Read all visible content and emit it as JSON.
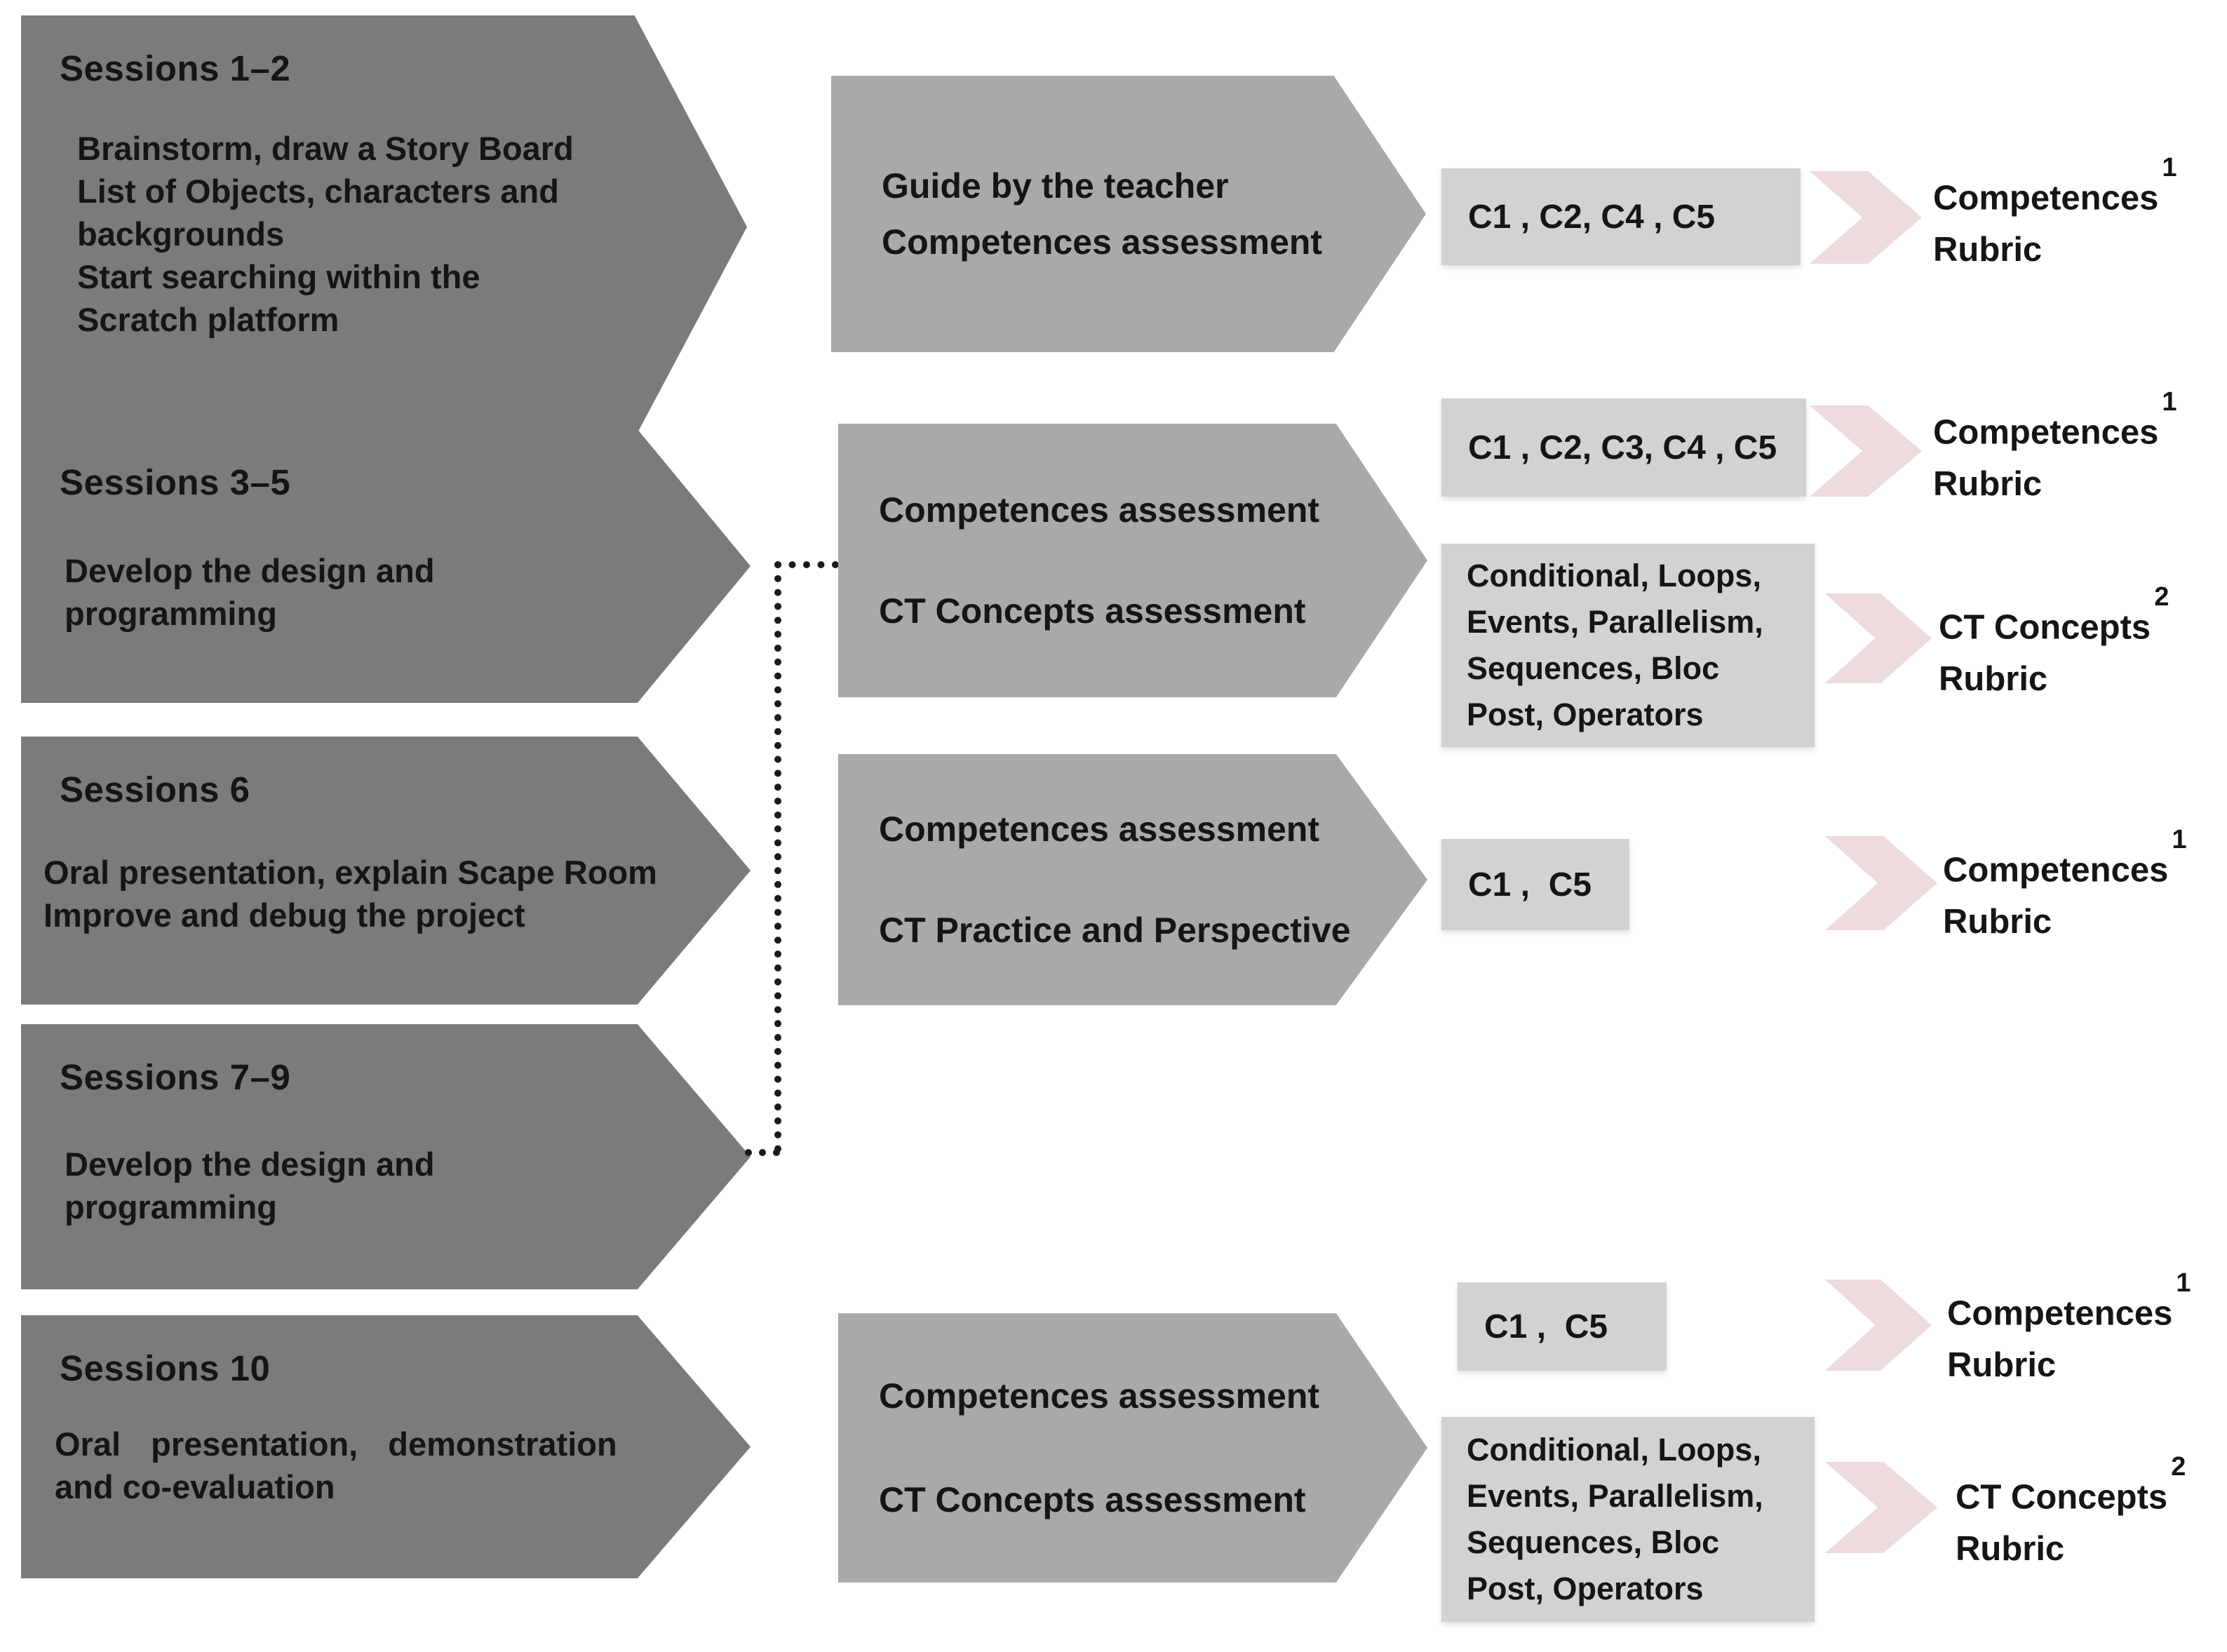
{
  "colors": {
    "session_arrow": "#7b7b7b",
    "assessment_arrow": "#a9a9a9",
    "code_box": "#d2d2d2",
    "chevron": "#eedbdb",
    "text": "#151515",
    "connector": "#1a1a1a",
    "background": "#ffffff"
  },
  "sessions": [
    {
      "title": "Sessions 1–2",
      "lines": [
        "Brainstorm, draw a Story Board",
        "List of Objects, characters and",
        "backgrounds",
        "Start searching within the",
        "Scratch platform"
      ]
    },
    {
      "title": "Sessions 3–5",
      "lines": [
        "Develop the design and",
        "programming"
      ]
    },
    {
      "title": "Sessions 6",
      "lines": [
        "Oral presentation, explain Scape Room",
        "Improve and debug the project"
      ]
    },
    {
      "title": "Sessions 7–9",
      "lines": [
        "Develop the design and",
        "programming"
      ]
    },
    {
      "title": "Sessions 10",
      "lines": [
        "Oral presentation, demonstration",
        "and co-evaluation"
      ]
    }
  ],
  "assessments": [
    {
      "line1": "Guide by the teacher",
      "line2": "Competences assessment"
    },
    {
      "line1": "Competences assessment",
      "line2": "CT Concepts assessment"
    },
    {
      "line1": "Competences assessment",
      "line2": "CT Practice and Perspective"
    },
    {
      "line1": "Competences assessment",
      "line2": "CT Concepts assessment"
    }
  ],
  "outputs": [
    {
      "codes": "C1 , C2, C4 , C5",
      "rubric": {
        "line1": "Competences",
        "line2": "Rubric",
        "sup": "1"
      }
    },
    {
      "codes": "C1 , C2, C3, C4 , C5",
      "rubric": {
        "line1": "Competences",
        "line2": "Rubric",
        "sup": "1"
      }
    },
    {
      "codes_lines": [
        "Conditional, Loops,",
        "Events, Parallelism,",
        "Sequences, Bloc",
        "Post, Operators"
      ],
      "rubric": {
        "line1": "CT Concepts",
        "line2": "Rubric",
        "sup": "2"
      }
    },
    {
      "codes": "C1 ,  C5",
      "rubric": {
        "line1": "Competences",
        "line2": "Rubric",
        "sup": "1"
      }
    },
    {
      "codes": "C1 ,  C5",
      "rubric": {
        "line1": "Competences",
        "line2": "Rubric",
        "sup": "1"
      }
    },
    {
      "codes_lines": [
        "Conditional, Loops,",
        "Events, Parallelism,",
        "Sequences, Bloc",
        "Post, Operators"
      ],
      "rubric": {
        "line1": "CT Concepts",
        "line2": "Rubric",
        "sup": "2"
      }
    }
  ]
}
